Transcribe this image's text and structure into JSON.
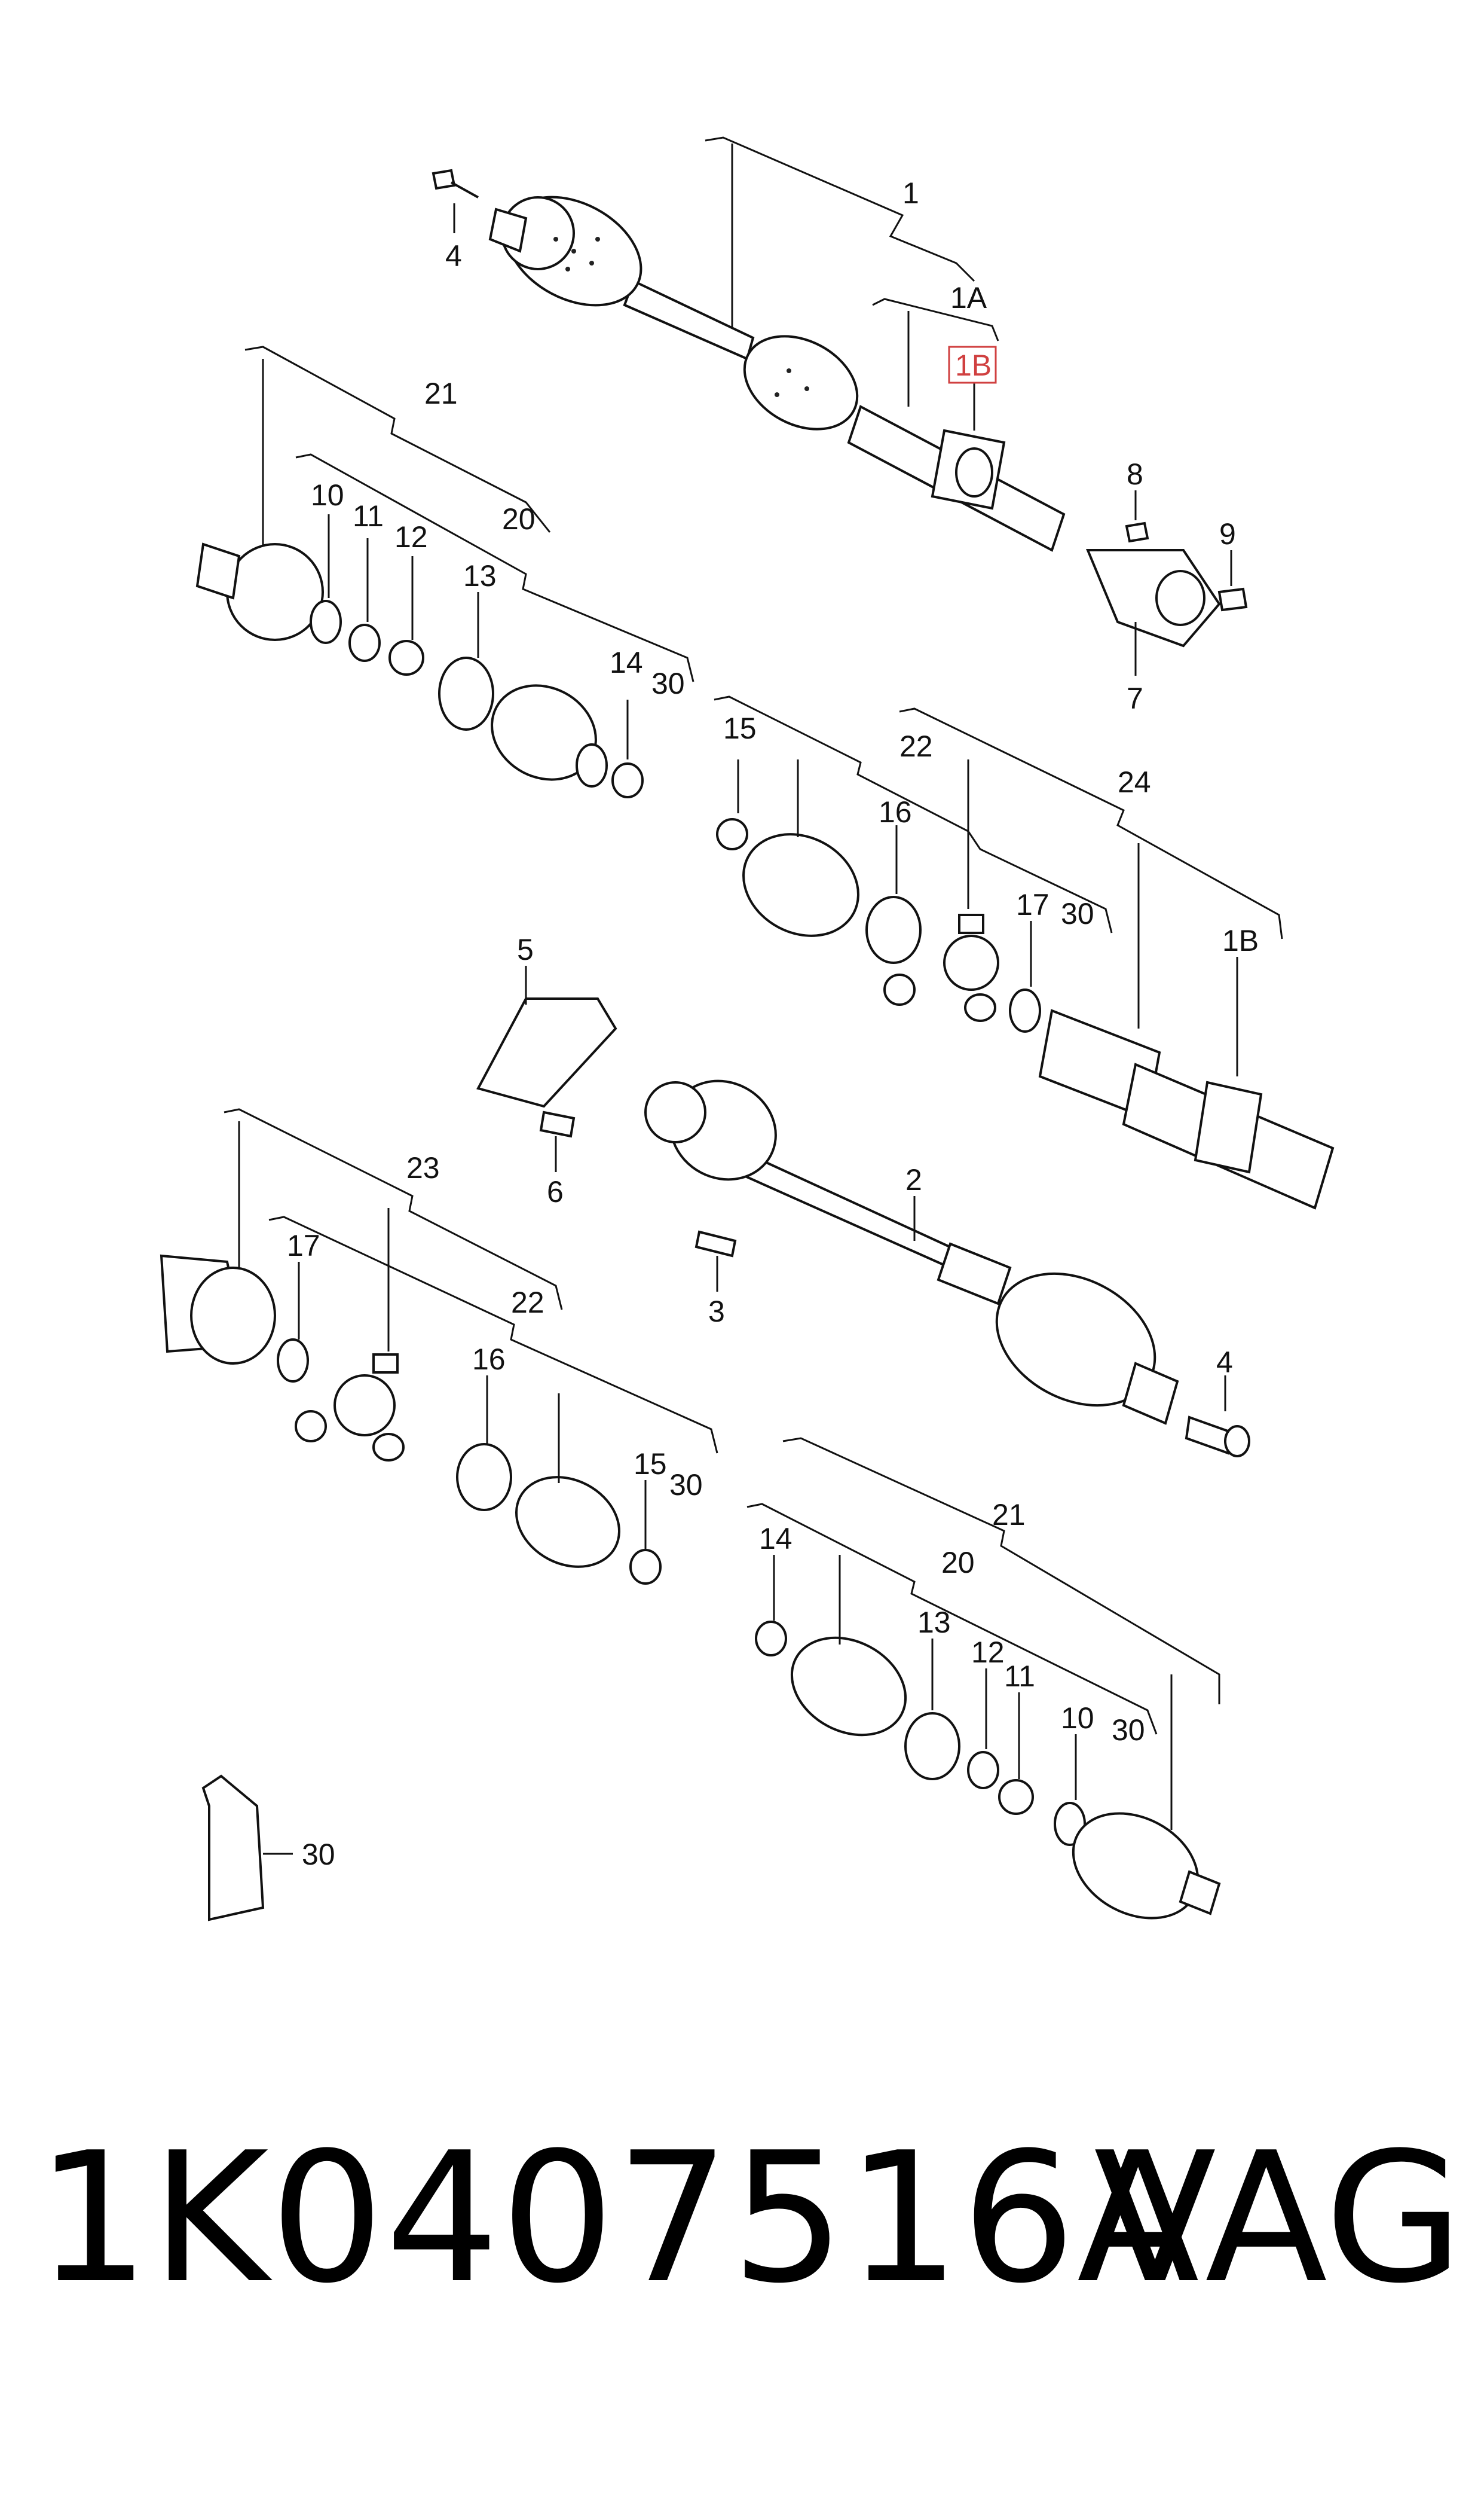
{
  "diagram": {
    "labels": {
      "l1": "1",
      "l1a": "1A",
      "l1b_top": "1B",
      "l4_top": "4",
      "l21_top": "21",
      "l20_top": "20",
      "l10_top": "10",
      "l11_top": "11",
      "l12_top": "12",
      "l13_top": "13",
      "l14_top": "14",
      "l30_a": "30",
      "l8": "8",
      "l9": "9",
      "l7": "7",
      "l15_top": "15",
      "l22_top": "22",
      "l16_top": "16",
      "l17_top": "17",
      "l30_b": "30",
      "l24": "24",
      "l1b_mid": "1B",
      "l5": "5",
      "l6": "6",
      "l2": "2",
      "l3": "3",
      "l4_mid": "4",
      "l23": "23",
      "l17_mid": "17",
      "l22_mid": "22",
      "l16_mid": "16",
      "l15_mid": "15",
      "l30_c": "30",
      "l21_bot": "21",
      "l14_bot": "14",
      "l20_bot": "20",
      "l13_bot": "13",
      "l12_bot": "12",
      "l11_bot": "11",
      "l10_bot": "10",
      "l30_d": "30",
      "l30_tube": "30"
    },
    "highlight_color": "#d04040"
  },
  "footer": {
    "part_number": "1K0407516A",
    "brand": "VAG"
  }
}
